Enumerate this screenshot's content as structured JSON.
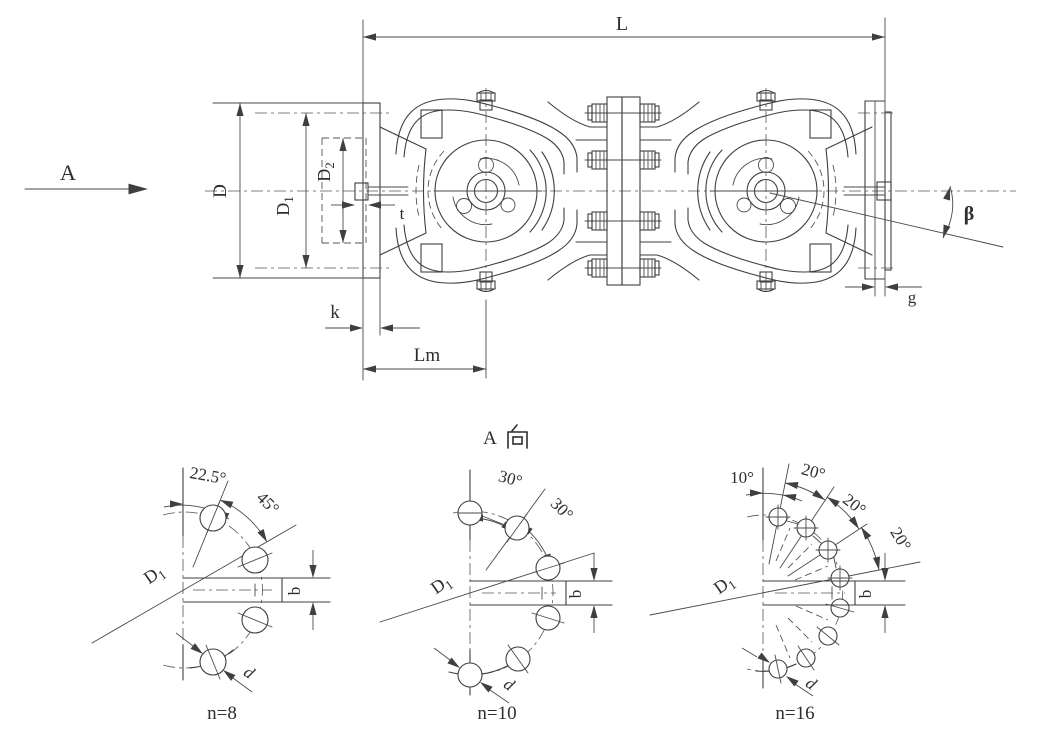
{
  "colors": {
    "background": "#ffffff",
    "line": "#3f3f3f",
    "text": "#2e2e2e"
  },
  "main_view": {
    "view_arrow": "A",
    "dims": {
      "L": "L",
      "D": "D",
      "D1": {
        "base": "D",
        "sub": "1"
      },
      "D2": {
        "base": "D",
        "sub": "2"
      },
      "t": "t",
      "k": "k",
      "Lm": "Lm",
      "g": "g",
      "beta": "β"
    }
  },
  "section": {
    "label_letter": "A",
    "label_char": "向",
    "label_full": "A 向"
  },
  "views": [
    {
      "caption": "n=8",
      "bolt_count": 8,
      "angle_labels": [
        "22.5°",
        "45°"
      ],
      "D1": {
        "base": "D",
        "sub": "1"
      },
      "b": "b",
      "d": "d"
    },
    {
      "caption": "n=10",
      "bolt_count": 10,
      "angle_labels": [
        "30°",
        "30°"
      ],
      "D1": {
        "base": "D",
        "sub": "1"
      },
      "b": "b",
      "d": "d"
    },
    {
      "caption": "n=16",
      "bolt_count": 16,
      "angle_labels": [
        "10°",
        "20°",
        "20°",
        "20°"
      ],
      "D1": {
        "base": "D",
        "sub": "1"
      },
      "b": "b",
      "d": "d"
    }
  ]
}
